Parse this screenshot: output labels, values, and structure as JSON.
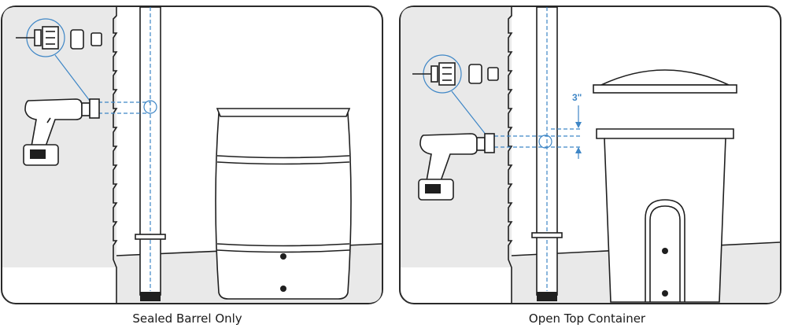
{
  "panels": [
    {
      "caption": "Sealed Barrel Only"
    },
    {
      "caption": "Open Top Container",
      "measurement_label": "3\""
    }
  ]
}
